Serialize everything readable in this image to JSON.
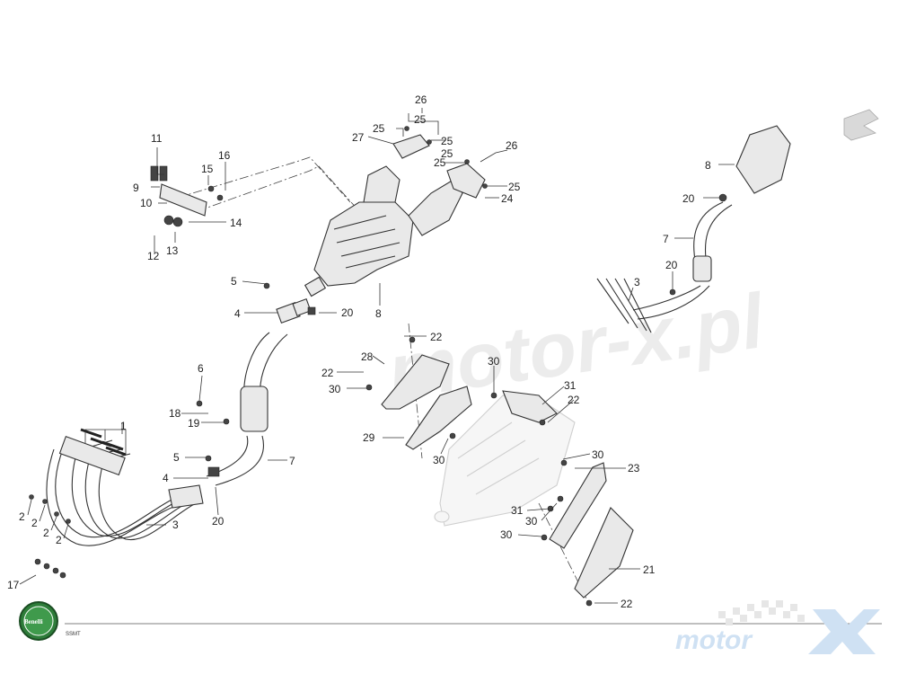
{
  "watermark": "motor-x.pl",
  "footer": {
    "code": "SSMT",
    "brand": "Benelli",
    "logo_text": "motor"
  },
  "labels": [
    "1",
    "2",
    "3",
    "4",
    "5",
    "6",
    "7",
    "8",
    "9",
    "10",
    "11",
    "12",
    "13",
    "14",
    "15",
    "16",
    "17",
    "18",
    "19",
    "20",
    "21",
    "22",
    "23",
    "24",
    "25",
    "26",
    "27",
    "28",
    "29",
    "30",
    "31"
  ],
  "colors": {
    "line": "#333333",
    "ghost": "#cfcfcf",
    "logo_green": "#2e7d3a",
    "watermark_logo": "#cfe1f3"
  }
}
